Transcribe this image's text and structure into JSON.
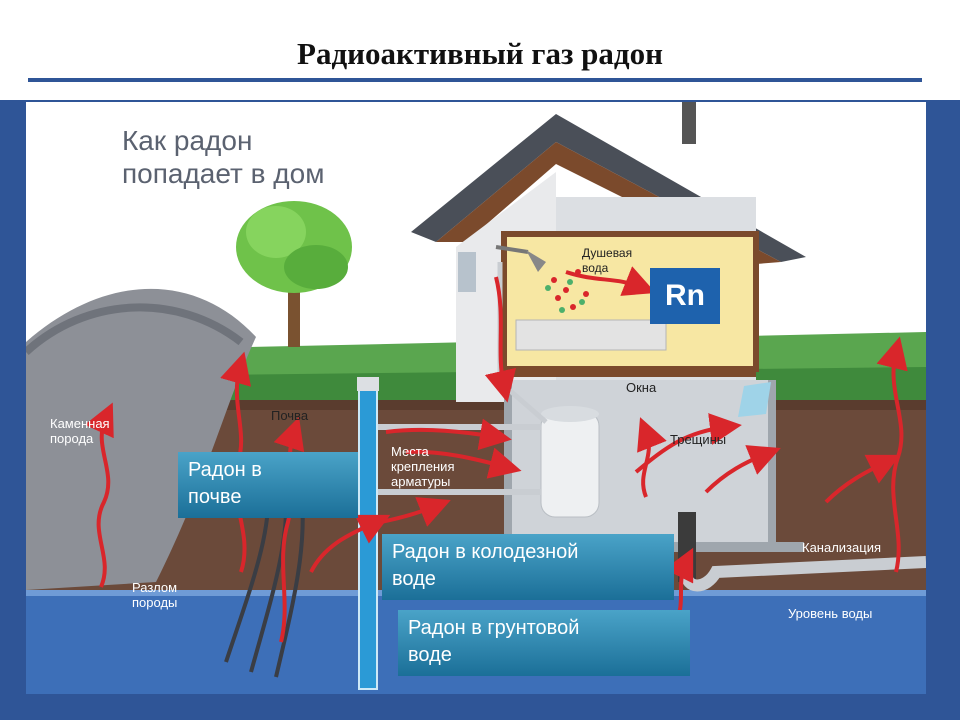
{
  "title": "Радиоактивный газ радон",
  "heading_line1": "Как радон",
  "heading_line2": "попадает в дом",
  "rn_badge": "Rn",
  "labels": {
    "shower_line1": "Душевая",
    "shower_line2": "вода",
    "windows": "Окна",
    "soil": "Почва",
    "rock_line1": "Каменная",
    "rock_line2": "порода",
    "fixtures_line1": "Места",
    "fixtures_line2": "крепления",
    "fixtures_line3": "арматуры",
    "cracks": "Трещины",
    "sewer": "Канализация",
    "fault_line1": "Разлом",
    "fault_line2": "породы",
    "water_level": "Уровень воды"
  },
  "callouts": {
    "soil_line1": "Радон в",
    "soil_line2": "почве",
    "well_line1": "Радон в колодезной",
    "well_line2": "воде",
    "ground_line1": "Радон в грунтовой",
    "ground_line2": "воде"
  },
  "colors": {
    "frame": "#2f5597",
    "callout_box": "#2a87b3",
    "radon_arrow": "#d9262b",
    "soil": "#6b4a3a",
    "groundwater": "#3d6fb8",
    "grass": "#4c9a45",
    "room": "#f7e7a3"
  }
}
